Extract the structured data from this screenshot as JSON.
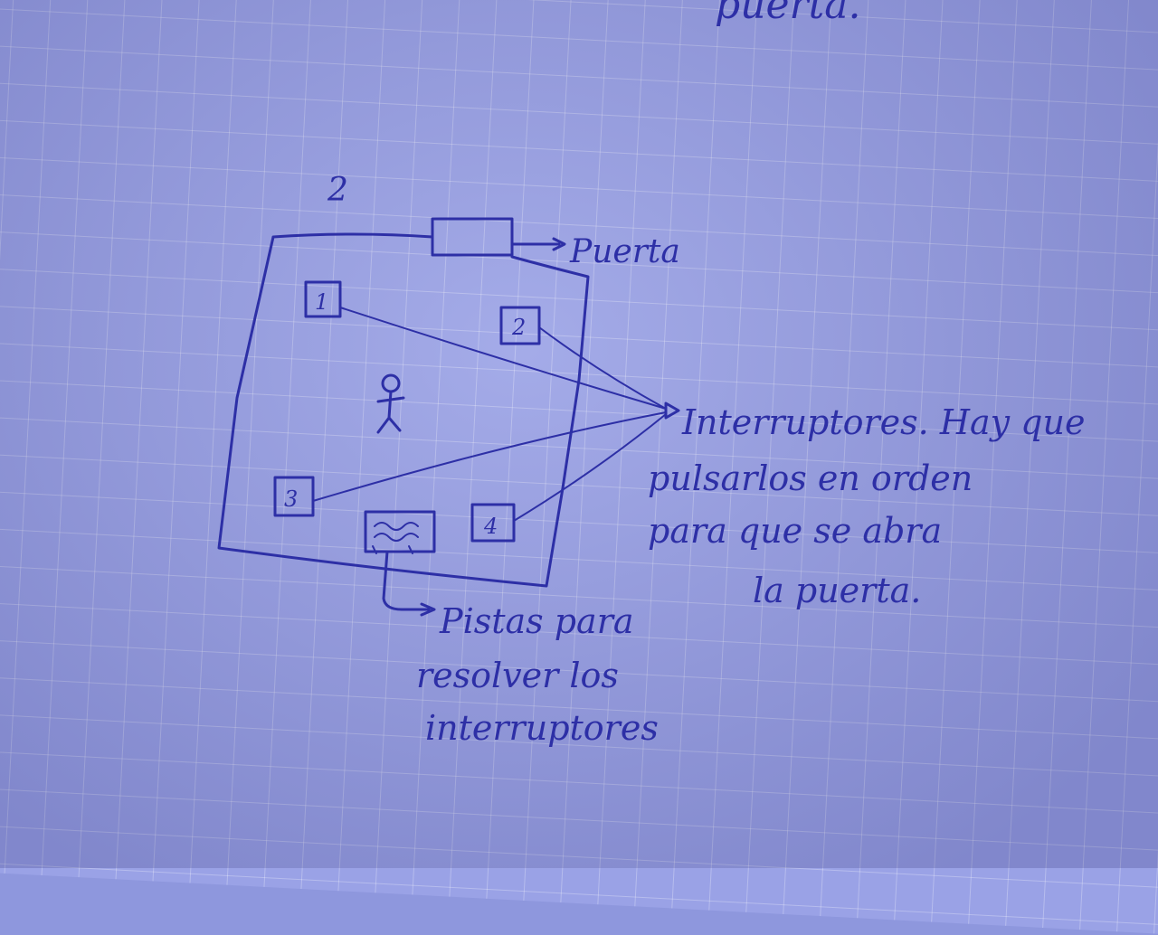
{
  "top_fragment": "puerta.",
  "room_number": "2",
  "switches": [
    "1",
    "2",
    "3",
    "4"
  ],
  "labels": {
    "door": "Puerta",
    "switches_note": [
      "Interruptores. Hay que",
      "pulsarlos en orden",
      "para que se abra",
      "la puerta."
    ],
    "clues_note": [
      "Pistas para",
      "resolver los",
      "interruptores"
    ]
  },
  "colors": {
    "ink": "#2d2fa6",
    "paper": "#9aa2e6"
  }
}
